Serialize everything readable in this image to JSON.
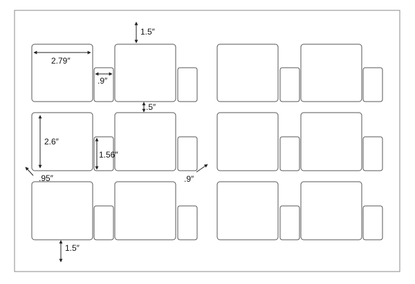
{
  "colors": {
    "sheet_border": "#8a8a8a",
    "label_stroke": "#555555",
    "dimension_line": "#222222",
    "text": "#111111",
    "background": "#ffffff"
  },
  "dimensions": {
    "top_margin": "1.5″",
    "large_width": "2.79″",
    "small_width": ".9″",
    "vertical_gap": ".5″",
    "large_height": "2.6″",
    "small_height": "1.56″",
    "corner_offset": ".95″",
    "horizontal_gap": ".9″",
    "bottom_margin": "1.5″"
  }
}
